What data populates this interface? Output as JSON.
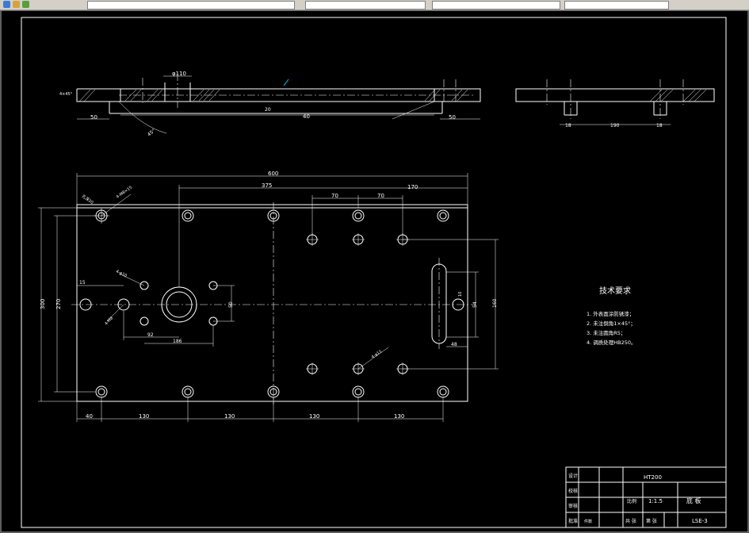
{
  "drawing": {
    "side_view": {
      "dims": {
        "left_edge": "50",
        "right_edge": "50",
        "bore": "φ110",
        "depth": "20",
        "length": "40",
        "angle": "45°",
        "chamfer": "4×45°"
      }
    },
    "end_view": {
      "dims": {
        "left": "18",
        "center": "190",
        "right": "18"
      }
    },
    "plan_view": {
      "dims": {
        "overall_length": "600",
        "offset": "375",
        "pitch_a": "70",
        "pitch_b": "70",
        "right_offset": "170",
        "height_outer": "300",
        "height_inner": "270",
        "left_margin": "40",
        "spacing_1": "130",
        "spacing_2": "130",
        "spacing_3": "130",
        "spacing_4": "130",
        "small_left": "15",
        "bore_pitch": "92",
        "bore_width": "186",
        "bore_height": "50",
        "slot_width": "48",
        "slot_height": "54",
        "right_height": "160",
        "slot_small": "10"
      },
      "callouts": {
        "corner_hole": "4-M8×15",
        "corner_note": "孔深20",
        "mid_hole": "4-φ10",
        "diag_hole": "4-M8",
        "bottom_hole": "4-φ11"
      }
    },
    "tech_requirements": {
      "title": "技术要求",
      "items": [
        "1. 外表面涂防锈漆；",
        "2. 未注倒角1×45°；",
        "3. 未注圆角R5；",
        "4. 调质处理HB250。"
      ]
    },
    "title_block": {
      "material": "HT200",
      "scale_label": "比例",
      "scale": "1:1.5",
      "part_name": "底 板",
      "sheet_total": "共 张",
      "sheet_no": "第 张",
      "drawing_no": "LSE-3",
      "row_labels": [
        "设计",
        "校核",
        "审核",
        "批准"
      ],
      "count_label": "件数"
    }
  },
  "colors": {
    "background": "#000000",
    "lines": "#ffffff",
    "toolbar": "#d4d0c8"
  }
}
